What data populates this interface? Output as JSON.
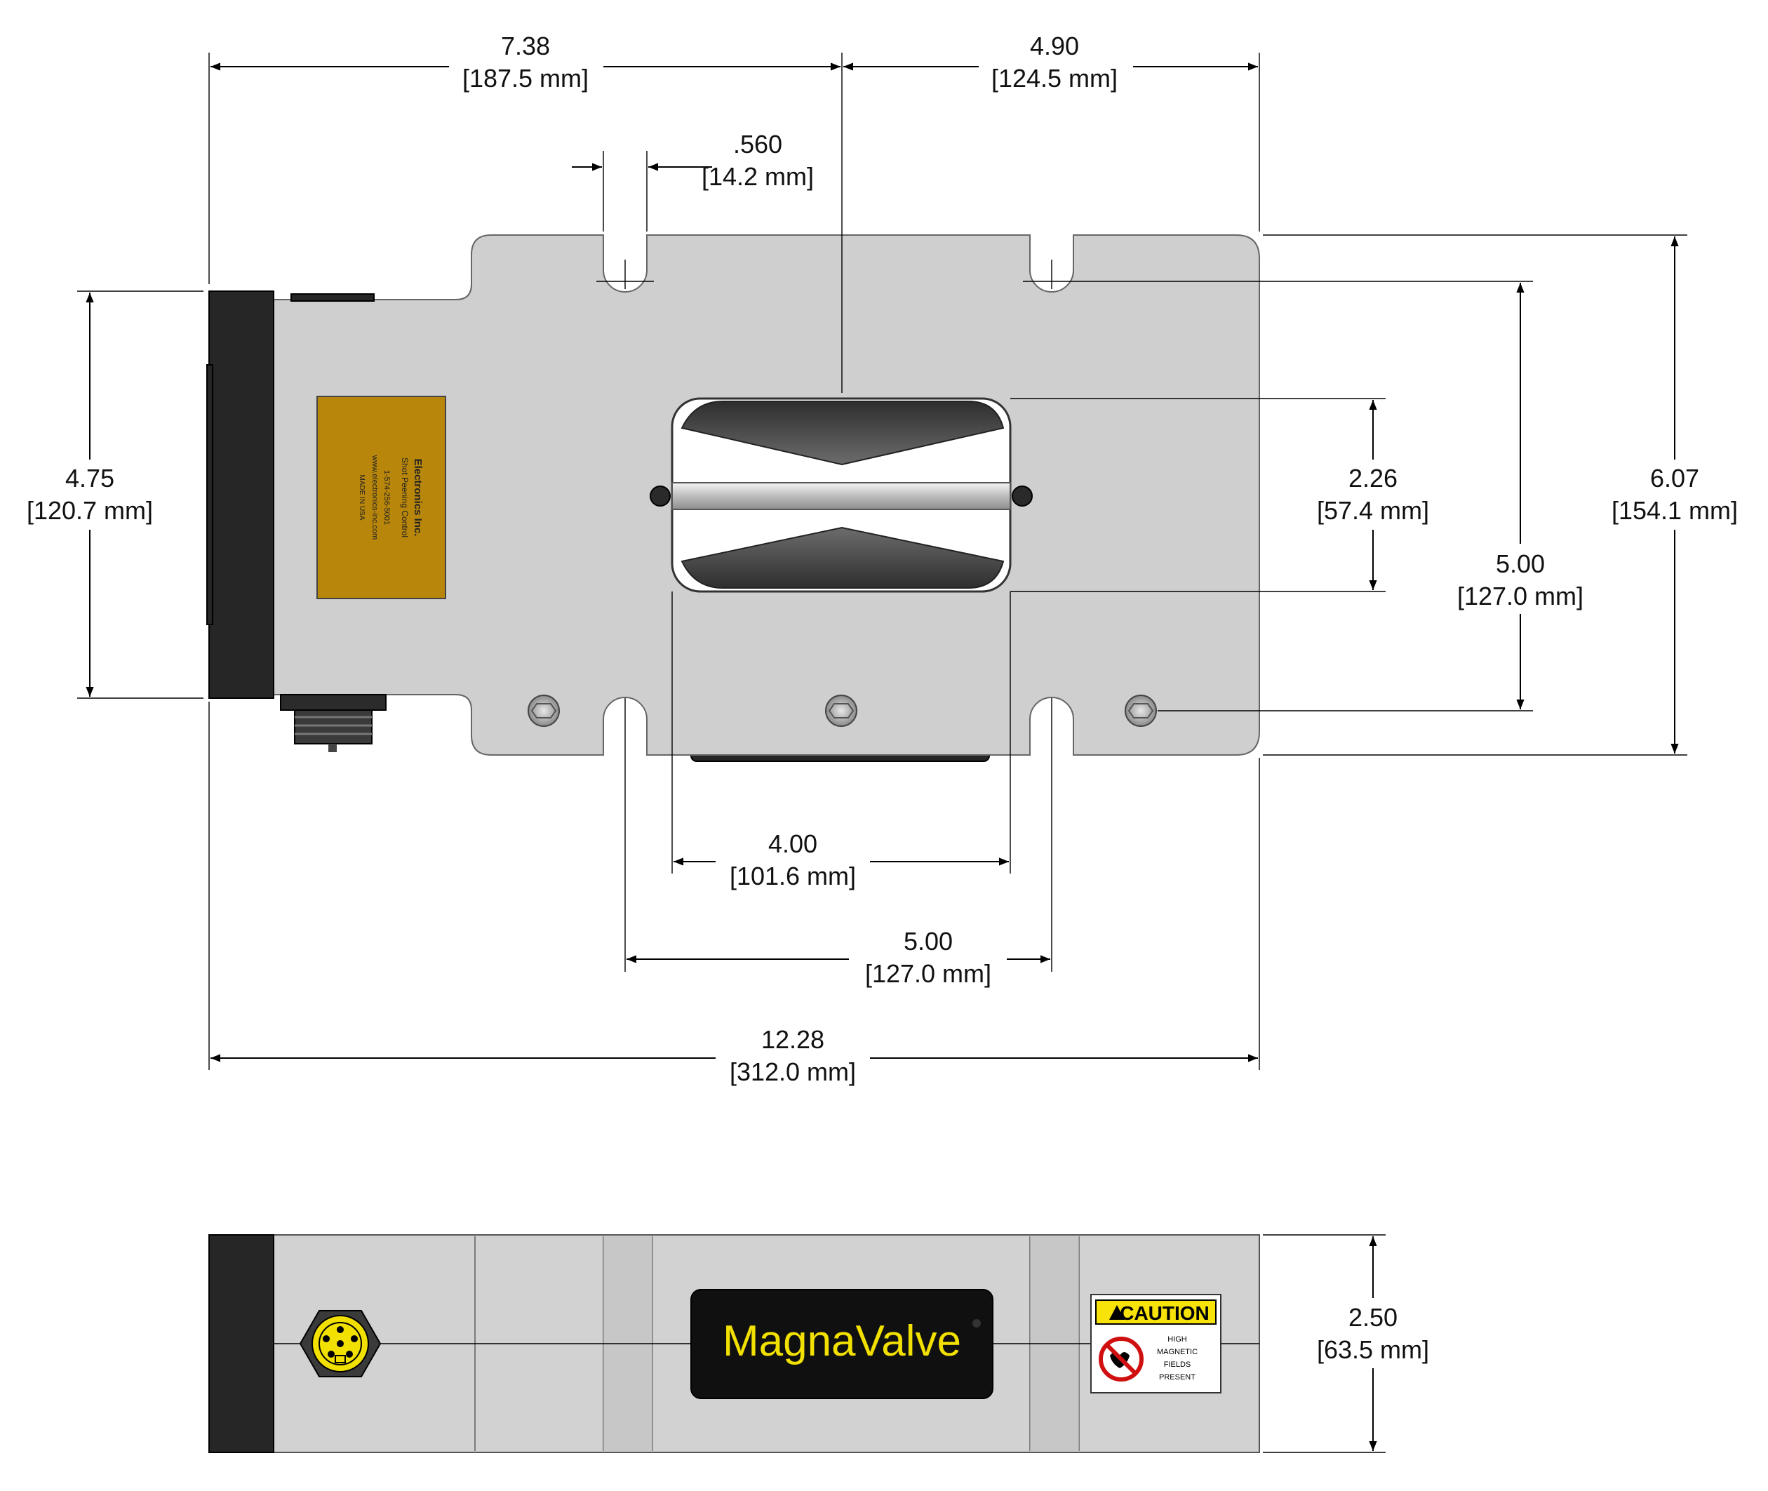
{
  "dimensions": {
    "top_left_width": {
      "in": "7.38",
      "mm": "[187.5 mm]"
    },
    "top_right_width": {
      "in": "4.90",
      "mm": "[124.5 mm]"
    },
    "slot_width": {
      "in": ".560",
      "mm": "[14.2 mm]"
    },
    "left_height": {
      "in": "4.75",
      "mm": "[120.7 mm]"
    },
    "port_height": {
      "in": "2.26",
      "mm": "[57.4 mm]"
    },
    "hole_spacing_v": {
      "in": "5.00",
      "mm": "[127.0 mm]"
    },
    "overall_height": {
      "in": "6.07",
      "mm": "[154.1 mm]"
    },
    "port_width": {
      "in": "4.00",
      "mm": "[101.6 mm]"
    },
    "hole_spacing_h": {
      "in": "5.00",
      "mm": "[127.0 mm]"
    },
    "overall_length": {
      "in": "12.28",
      "mm": "[312.0 mm]"
    },
    "side_height": {
      "in": "2.50",
      "mm": "[63.5 mm]"
    }
  },
  "side_view": {
    "brand_label": "MagnaValve",
    "brand_text_color": "#f2e000",
    "caution": {
      "header": "CAUTION",
      "lines": [
        "HIGH",
        "MAGNETIC",
        "FIELDS",
        "PRESENT"
      ],
      "header_color": "#f7e20a"
    }
  },
  "top_view": {
    "label_color": "#b8860b",
    "label_lines": [
      "Electronics Inc.",
      "Shot Peening Control",
      "1-574-256-5001",
      "www.electronics-inc.com",
      "MADE IN USA"
    ]
  }
}
